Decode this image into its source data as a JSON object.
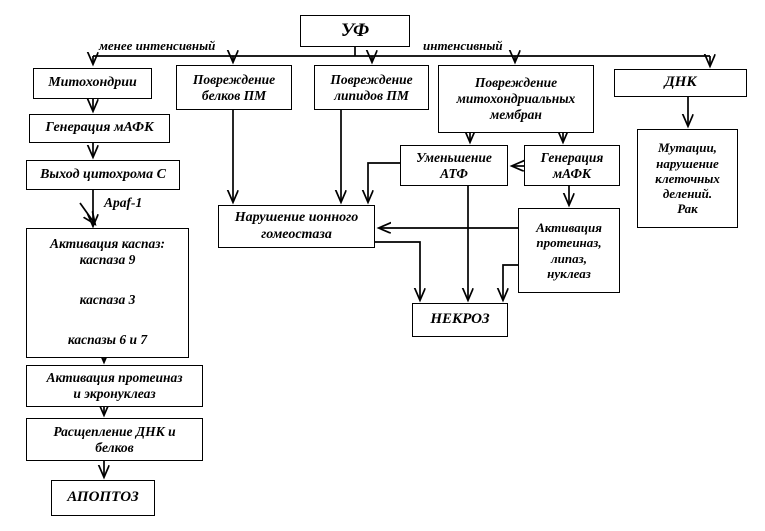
{
  "diagram": {
    "title_box": "УФ",
    "branch_labels": {
      "less": "менее интенсивный",
      "more": "интенсивный"
    },
    "edge_labels": {
      "apaf": "Apaf-1"
    },
    "nodes": {
      "uv": {
        "lines": [
          "УФ"
        ]
      },
      "mitochondria": {
        "lines": [
          "Митохондрии"
        ]
      },
      "protein_pm": {
        "lines": [
          "Повреждение",
          "белков ПМ"
        ]
      },
      "lipid_pm": {
        "lines": [
          "Повреждение",
          "липидов ПМ"
        ]
      },
      "mito_membranes": {
        "lines": [
          "Повреждение",
          "митохондриальных",
          "мембран"
        ]
      },
      "dnk": {
        "lines": [
          "ДНК"
        ]
      },
      "gen_mafk_left": {
        "lines": [
          "Генерация мАФК"
        ]
      },
      "mutations": {
        "lines": [
          "Мутации,",
          "нарушение",
          "клеточных",
          "делений.",
          "Рак"
        ]
      },
      "atp": {
        "lines": [
          "Уменьшение",
          "АТФ"
        ]
      },
      "gen_mafk_right": {
        "lines": [
          "Генерация",
          "мАФК"
        ]
      },
      "cytochrome_c": {
        "lines": [
          "Выход цитохрома С"
        ]
      },
      "ion_homeostasis": {
        "lines": [
          "Нарушение ионного",
          "гомеостаза"
        ]
      },
      "activation_proteinases": {
        "lines": [
          "Активация",
          "протеиназ,",
          "липаз,",
          "нуклеаз"
        ]
      },
      "caspases": {
        "lines": [
          "Активация каспаз:",
          "каспаза 9",
          "каспаза 3",
          "каспазы 6 и 7"
        ]
      },
      "necrosis": {
        "lines": [
          "НЕКРОЗ"
        ]
      },
      "activation_proteinases_exo": {
        "lines": [
          "Активация протеиназ",
          "и экронуклеаз"
        ]
      },
      "dna_cleavage": {
        "lines": [
          "Расщепление ДНК и",
          "белков"
        ]
      },
      "apoptosis": {
        "lines": [
          "АПОПТОЗ"
        ]
      }
    },
    "colors": {
      "stroke": "#000000",
      "fill": "#ffffff",
      "text": "#000000"
    }
  }
}
